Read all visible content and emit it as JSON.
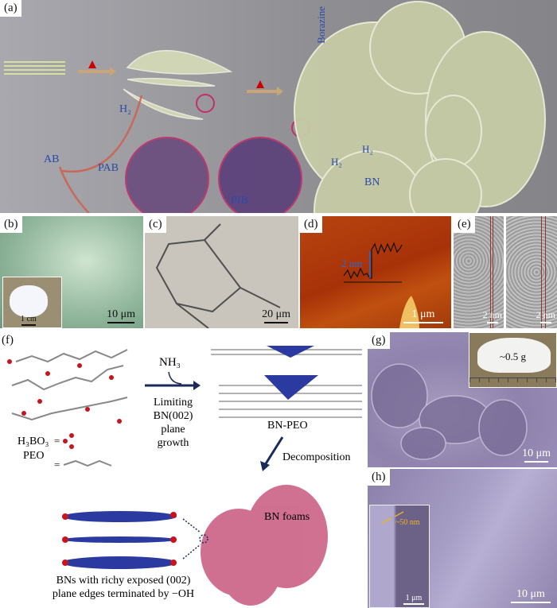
{
  "panel_a": {
    "label": "(a)",
    "texts": {
      "borazine": "Borazine",
      "h2_left": "H₂",
      "ab": "AB",
      "pab": "PAB",
      "pib": "PIB",
      "h2_center": "H₂",
      "h2_bottom": "H₂",
      "bn": "BN"
    }
  },
  "panel_b": {
    "label": "(b)",
    "scale": "10 μm",
    "inset_scale": "1 cm"
  },
  "panel_c": {
    "label": "(c)",
    "scale": "20 μm"
  },
  "panel_d": {
    "label": "(d)",
    "height_label": "2 nm",
    "scale": "1 μm"
  },
  "panel_e": {
    "label": "(e)",
    "scale_left": "2 nm",
    "scale_right": "2 nm"
  },
  "panel_f": {
    "label": "(f)",
    "nh3": "NH₃",
    "step1": [
      "Limiting",
      "BN(002)",
      "plane",
      "growth"
    ],
    "h3bo3": "H₃BO₃",
    "peo": "PEO",
    "eq1": "=",
    "eq2": "=",
    "bn_peo": "BN-PEO",
    "decomposition": "Decomposition",
    "bn_foams": "BN foams",
    "caption": [
      "BNs with richy exposed (002)",
      "plane edges terminated by −OH"
    ]
  },
  "panel_g": {
    "label": "(g)",
    "inset_mass": "~0.5 g",
    "scale": "10 μm"
  },
  "panel_h": {
    "label": "(h)",
    "inset_thickness": "~50 nm",
    "inset_scale": "1 μm",
    "scale": "10 μm"
  },
  "colors": {
    "label_blue": "#2a4aa8",
    "foam_green": "#c9cfaa",
    "foam_pink": "#c8587e",
    "sem_purple": "#9a8fb8"
  }
}
